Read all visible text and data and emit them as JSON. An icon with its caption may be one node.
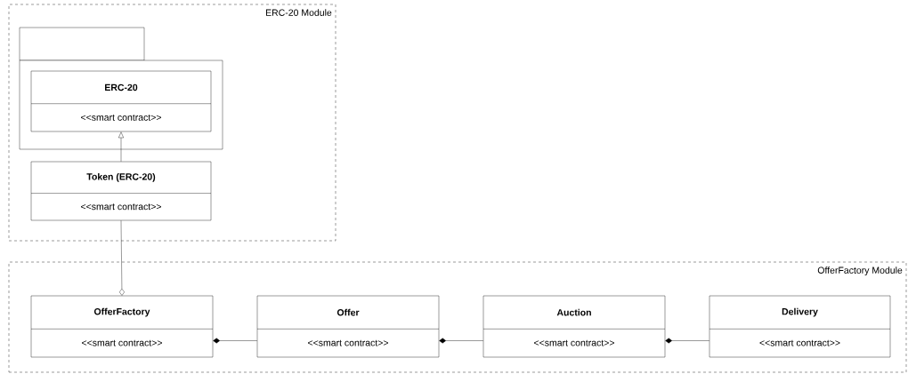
{
  "diagram": {
    "nodes": [
      {
        "text": [
          "ERC-20 Module"
        ]
      },
      {
        "text": [],
        "shape": "box",
        "in": 0
      },
      {
        "text": [
          "ERC-20",
          "<<smart contract>>"
        ],
        "in": 1
      },
      {
        "text": [
          "Token (ERC-20)",
          "<<smart contract>>"
        ],
        "in": 0
      },
      {
        "text": [
          "OfferFactory Module"
        ]
      },
      {
        "text": [
          "OfferFactory",
          "<<smart contract>>"
        ],
        "in": 4
      },
      {
        "text": [
          "Offer",
          "<<smart contract>>"
        ],
        "in": 4
      },
      {
        "text": [
          "Auction",
          "<<smart contract>>"
        ],
        "in": 4
      },
      {
        "text": [
          "Delivery",
          "<<smart contract>>"
        ],
        "in": 4
      }
    ],
    "edges": [
      {
        "from": 3,
        "to": 2,
        "arrow": "to"
      },
      {
        "from": 3,
        "to": 5,
        "arrow": "other"
      },
      {
        "from": 6,
        "to": 5,
        "arrow": "other"
      },
      {
        "from": 7,
        "to": 6,
        "arrow": "other"
      },
      {
        "from": 8,
        "to": 7,
        "arrow": "other"
      }
    ]
  }
}
